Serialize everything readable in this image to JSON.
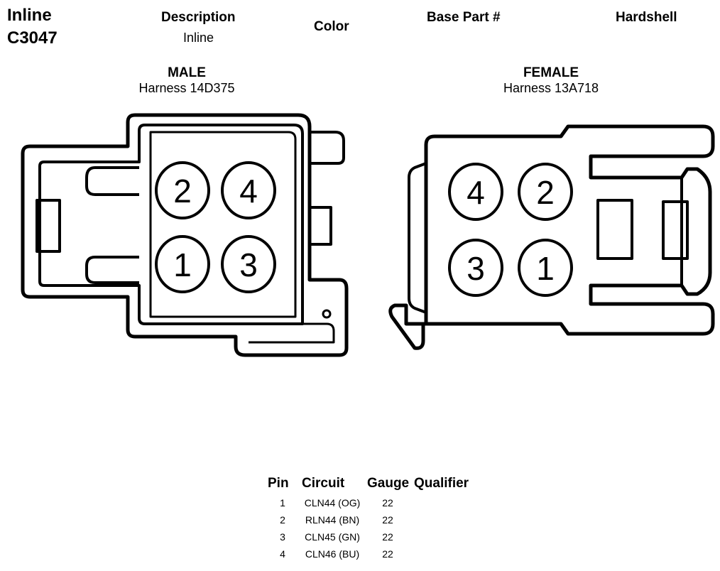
{
  "header": {
    "title_line1": "Inline",
    "title_line2": "C3047",
    "description_label": "Description",
    "description_value": "Inline",
    "color_label": "Color",
    "base_part_label": "Base Part #",
    "hardshell_label": "Hardshell"
  },
  "male": {
    "label": "MALE",
    "harness": "Harness 14D375",
    "pins_top": [
      "2",
      "4"
    ],
    "pins_bottom": [
      "1",
      "3"
    ]
  },
  "female": {
    "label": "FEMALE",
    "harness": "Harness 13A718",
    "pins_top": [
      "4",
      "2"
    ],
    "pins_bottom": [
      "3",
      "1"
    ]
  },
  "pin_table": {
    "headers": [
      "Pin",
      "Circuit",
      "Gauge",
      "Qualifier"
    ],
    "rows": [
      {
        "pin": "1",
        "circuit": "CLN44 (OG)",
        "gauge": "22"
      },
      {
        "pin": "2",
        "circuit": "RLN44 (BN)",
        "gauge": "22"
      },
      {
        "pin": "3",
        "circuit": "CLN45 (GN)",
        "gauge": "22"
      },
      {
        "pin": "4",
        "circuit": "CLN46 (BU)",
        "gauge": "22"
      }
    ]
  }
}
